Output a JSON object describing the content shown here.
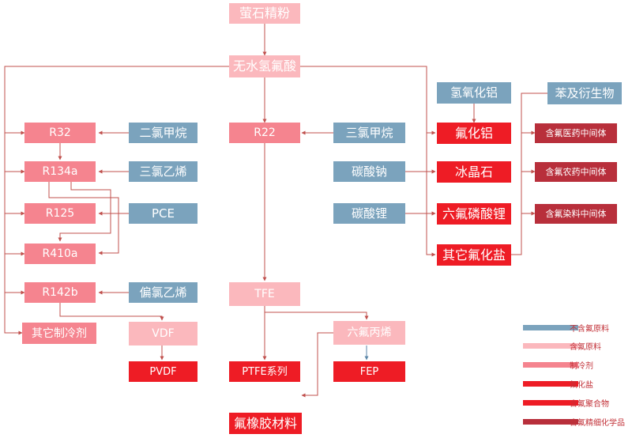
{
  "nodes": {
    "fluorite": "萤石精粉",
    "hf": "无水氢氟酸",
    "al_hydroxide": "氢氧化铝",
    "benzene": "苯及衍生物",
    "r32": "R32",
    "dichloromethane": "二氯甲烷",
    "r22": "R22",
    "chloroform": "三氯甲烷",
    "al_fluoride": "氟化铝",
    "pharma_int": "含氟医药中间体",
    "r134a": "R134a",
    "trichloroethylene": "三氯乙烯",
    "na_carbonate": "碳酸钠",
    "cryolite": "冰晶石",
    "agro_int": "含氟农药中间体",
    "r125": "R125",
    "pce": "PCE",
    "li_carbonate": "碳酸锂",
    "lipf6": "六氟磷酸锂",
    "dye_int": "含氟染料中间体",
    "r410a": "R410a",
    "other_salts": "其它氟化盐",
    "r142b": "R142b",
    "vinylidene_chloride": "偏氯乙烯",
    "tfe": "TFE",
    "other_refrigerants": "其它制冷剂",
    "vdf": "VDF",
    "hfp": "六氟丙烯",
    "pvdf": "PVDF",
    "ptfe": "PTFE系列",
    "fep": "FEP",
    "rubber": "氟橡胶材料"
  },
  "legend": [
    {
      "label": "不含氟原料",
      "color": "#7ba3bd"
    },
    {
      "label": "含氟原料",
      "color": "#fbb8bd"
    },
    {
      "label": "制冷剂",
      "color": "#f5848f"
    },
    {
      "label": "氟化盐",
      "color": "#ee1c25"
    },
    {
      "label": "含氟聚合物",
      "color": "#ee1c25"
    },
    {
      "label": "含氟精细化学品",
      "color": "#b82f3b"
    }
  ]
}
